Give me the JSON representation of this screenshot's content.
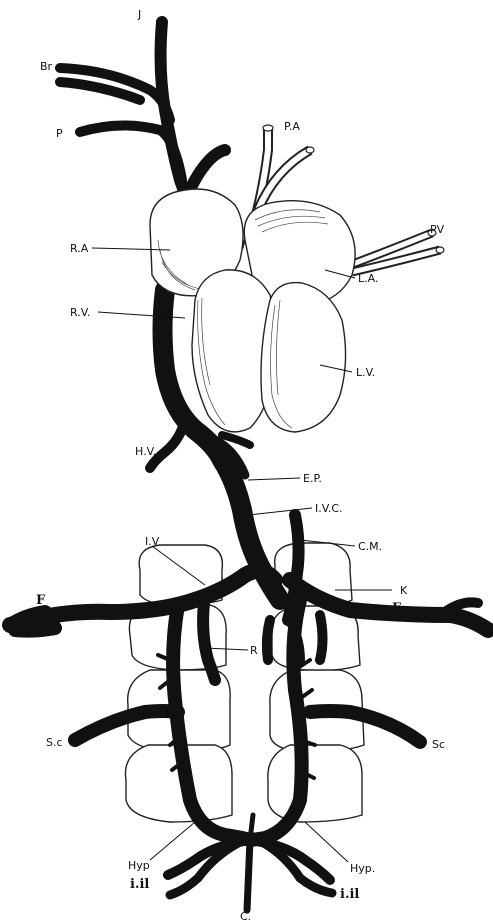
{
  "labels": {
    "J": "J",
    "Br": "Br",
    "P": "P",
    "PA": "P.A",
    "PV": "PV",
    "RA": "R.A",
    "LA": "L.A.",
    "RV": "R.V.",
    "LV": "L.V.",
    "HV": "H.V.",
    "EP": "E.P.",
    "IVC": "I.V.C.",
    "IV": "I.V",
    "CM": "C.M.",
    "K": "K",
    "F_left": "F",
    "F_right": "F",
    "R": "R",
    "Sc_left": "S.c",
    "Sc_right": "Sc",
    "Hyp_left": "Hyp",
    "Hyp_right": "Hyp.",
    "iil_left": "i.il",
    "iil_right": "i.il",
    "C": "C."
  },
  "colors": {
    "ink": "#111111",
    "paper": "#ffffff"
  }
}
